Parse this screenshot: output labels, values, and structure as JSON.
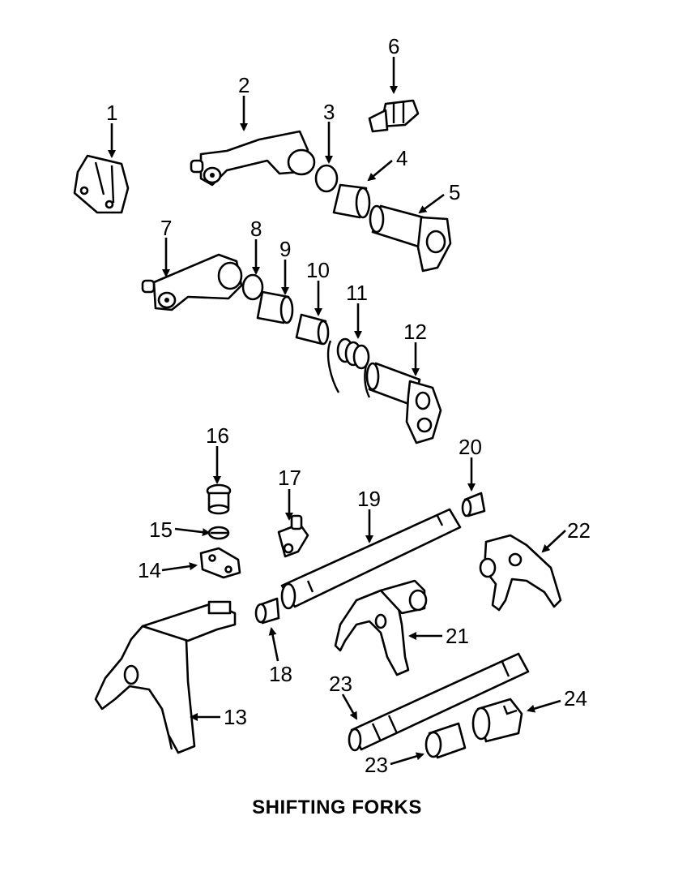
{
  "title": "SHIFTING FORKS",
  "callouts": [
    {
      "id": "c1",
      "text": "1"
    },
    {
      "id": "c2",
      "text": "2"
    },
    {
      "id": "c3",
      "text": "3"
    },
    {
      "id": "c4",
      "text": "4"
    },
    {
      "id": "c5",
      "text": "5"
    },
    {
      "id": "c6",
      "text": "6"
    },
    {
      "id": "c7",
      "text": "7"
    },
    {
      "id": "c8",
      "text": "8"
    },
    {
      "id": "c9",
      "text": "9"
    },
    {
      "id": "c10",
      "text": "10"
    },
    {
      "id": "c11",
      "text": "11"
    },
    {
      "id": "c12",
      "text": "12"
    },
    {
      "id": "c13",
      "text": "13"
    },
    {
      "id": "c14",
      "text": "14"
    },
    {
      "id": "c15",
      "text": "15"
    },
    {
      "id": "c16",
      "text": "16"
    },
    {
      "id": "c17",
      "text": "17"
    },
    {
      "id": "c18",
      "text": "18"
    },
    {
      "id": "c19",
      "text": "19"
    },
    {
      "id": "c20",
      "text": "20"
    },
    {
      "id": "c21",
      "text": "21"
    },
    {
      "id": "c22",
      "text": "22"
    },
    {
      "id": "c23a",
      "text": "23"
    },
    {
      "id": "c23b",
      "text": "23"
    },
    {
      "id": "c24",
      "text": "24"
    }
  ]
}
